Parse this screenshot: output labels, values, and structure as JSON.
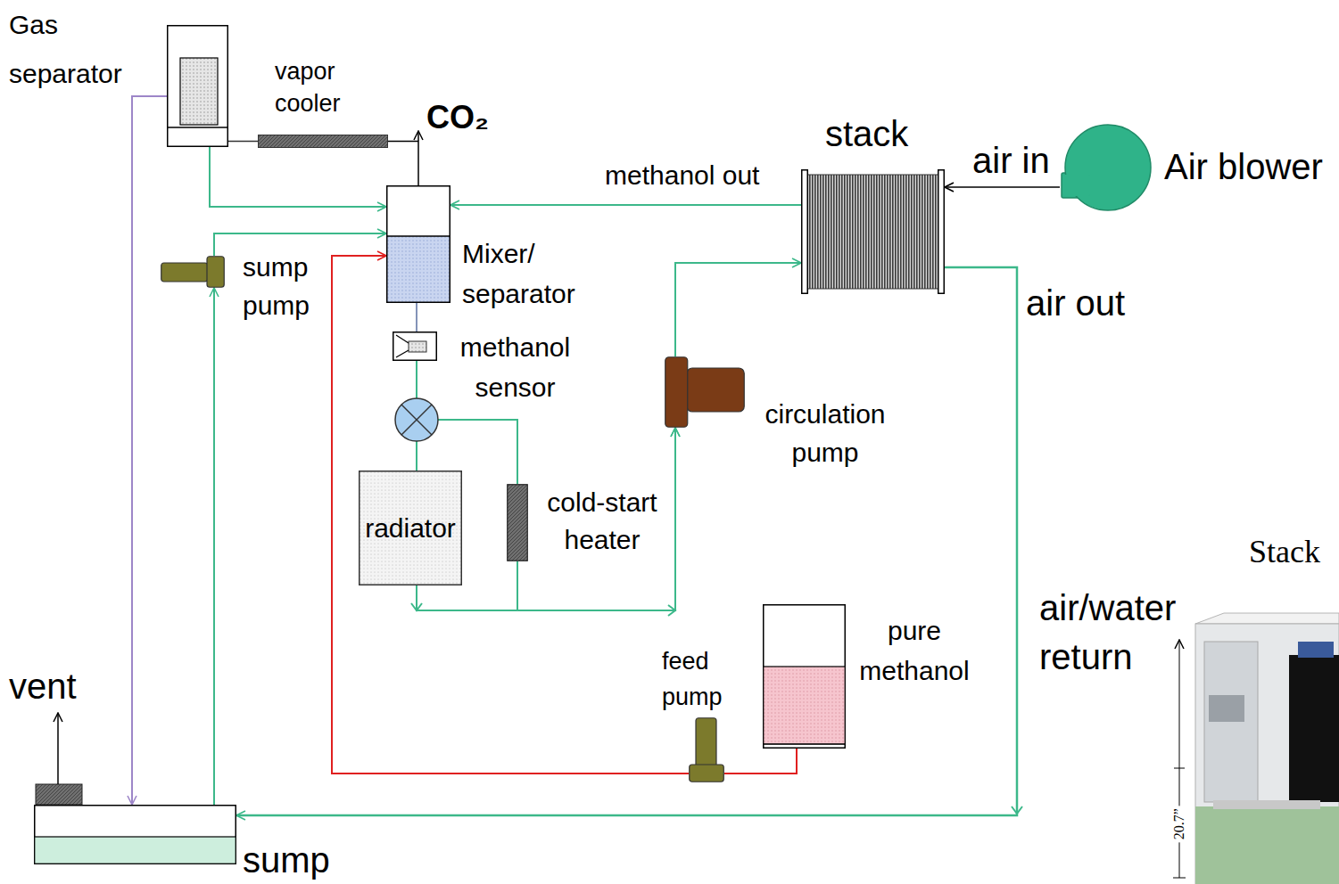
{
  "diagram": {
    "nodes": [
      {
        "text": [
          "Gas separator"
        ]
      },
      {
        "text": [
          "vapor cooler"
        ]
      },
      {
        "text": [
          "stack"
        ]
      },
      {
        "text": [
          "Air blower"
        ]
      },
      {
        "text": [
          "sump pump"
        ]
      },
      {
        "text": [
          "Mixer/ separator"
        ]
      },
      {
        "text": [
          "methanol sensor"
        ]
      },
      {
        "text": [
          "radiator"
        ]
      },
      {
        "text": [
          "cold-start heater"
        ]
      },
      {
        "text": [
          "circulation pump"
        ]
      },
      {
        "text": [
          "feed pump"
        ]
      },
      {
        "text": [
          "pure methanol"
        ]
      },
      {
        "text": [
          "sump"
        ]
      }
    ],
    "edges": [
      {
        "from": 5,
        "to": 1,
        "arrow": "none"
      },
      {
        "from": 1,
        "to": 0,
        "arrow": "none"
      },
      {
        "from": 0,
        "to": 12,
        "arrow": "to"
      },
      {
        "from": 0,
        "to": 5,
        "arrow": "to"
      },
      {
        "from": 4,
        "to": 5,
        "arrow": "to"
      },
      {
        "from": 2,
        "to": 5,
        "label": "methanol out",
        "arrow": "to"
      },
      {
        "from": 3,
        "to": 2,
        "label": "air in",
        "arrow": "to"
      },
      {
        "from": 2,
        "to": 12,
        "label": "air out",
        "arrow": "to"
      },
      {
        "from": 12,
        "to": 4,
        "arrow": "to"
      },
      {
        "from": 11,
        "to": 10,
        "arrow": "none"
      },
      {
        "from": 10,
        "to": 5,
        "arrow": "to"
      },
      {
        "from": 5,
        "to": 6,
        "arrow": "none"
      },
      {
        "from": 6,
        "to": 7,
        "arrow": "none"
      },
      {
        "from": 6,
        "to": 8,
        "arrow": "none"
      },
      {
        "from": 7,
        "to": 9,
        "arrow": "to"
      },
      {
        "from": 8,
        "to": 9,
        "arrow": "to"
      },
      {
        "from": 9,
        "to": 2,
        "arrow": "to"
      }
    ],
    "labels": [
      "CO₂",
      "vent",
      "air/water return",
      "Stack",
      "20.7”"
    ]
  }
}
